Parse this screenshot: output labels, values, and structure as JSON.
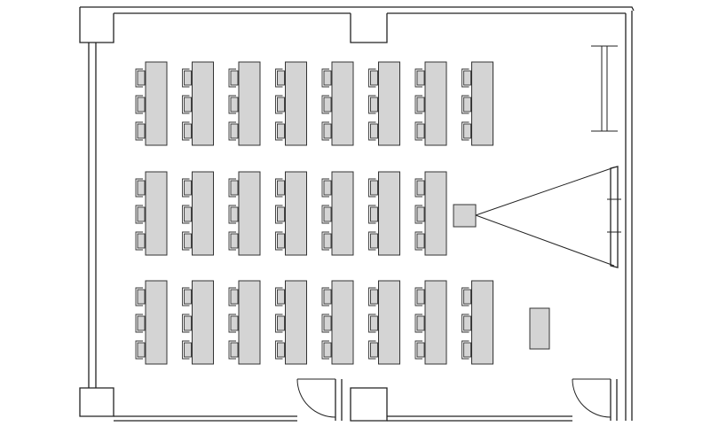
{
  "plan": {
    "type": "classroom-floor-plan",
    "seating": {
      "rows": [
        {
          "desks": 8,
          "chairs_per_desk": 3
        },
        {
          "desks": 7,
          "chairs_per_desk": 3
        },
        {
          "desks": 8,
          "chairs_per_desk": 3
        }
      ]
    },
    "fixtures": [
      "whiteboard",
      "projector",
      "projection-screen",
      "instructor-table"
    ],
    "doors": 2,
    "colors": {
      "wall": "#222222",
      "furniture_fill": "#d4d4d4",
      "background": "#ffffff"
    }
  }
}
